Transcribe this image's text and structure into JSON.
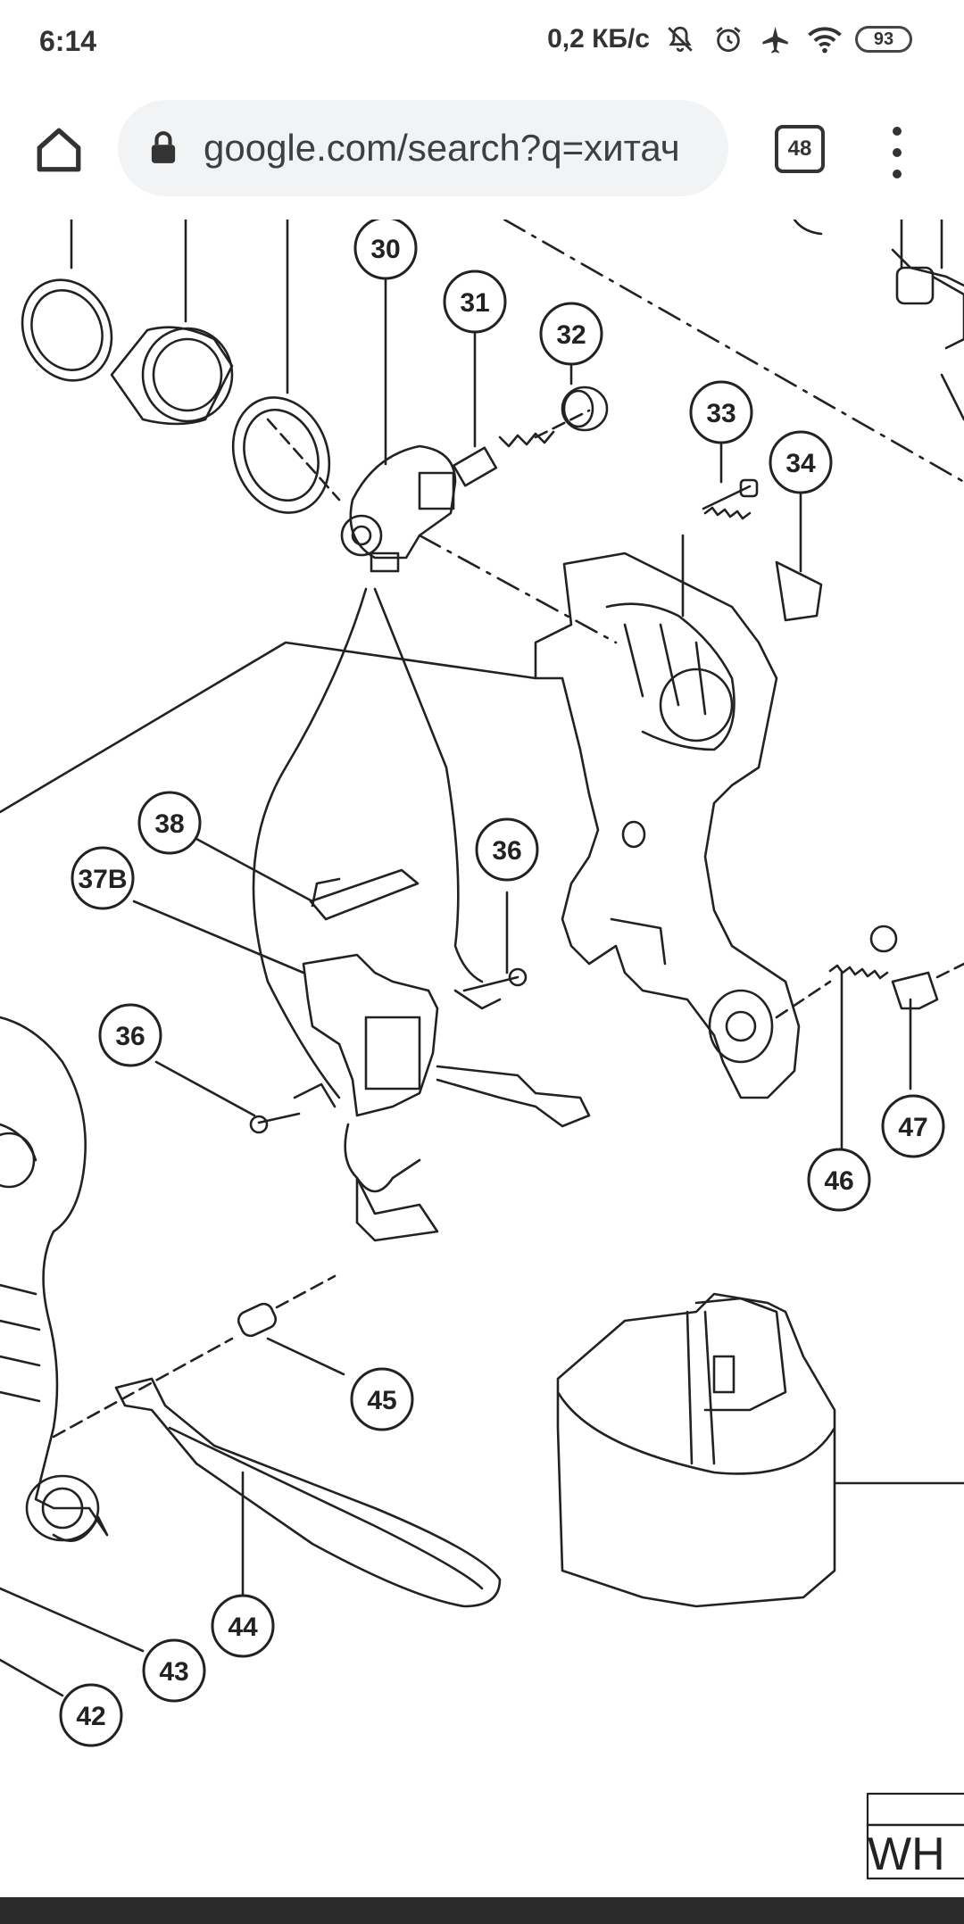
{
  "status_bar": {
    "time": "6:14",
    "net_speed": "0,2 КБ/с",
    "icons": [
      "mute-bell-icon",
      "alarm-icon",
      "airplane-icon",
      "wifi-icon"
    ],
    "battery_level": "93"
  },
  "browser": {
    "url": "google.com/search?q=хитач",
    "tab_count": "48",
    "icons": [
      "home-icon",
      "lock-icon",
      "tabs-icon",
      "more-vert-icon"
    ]
  },
  "diagram": {
    "callouts": [
      "30",
      "31",
      "32",
      "33",
      "34",
      "38",
      "37B",
      "36",
      "36",
      "46",
      "47",
      "45",
      "44",
      "43",
      "42"
    ],
    "label_box_text": "WH"
  }
}
